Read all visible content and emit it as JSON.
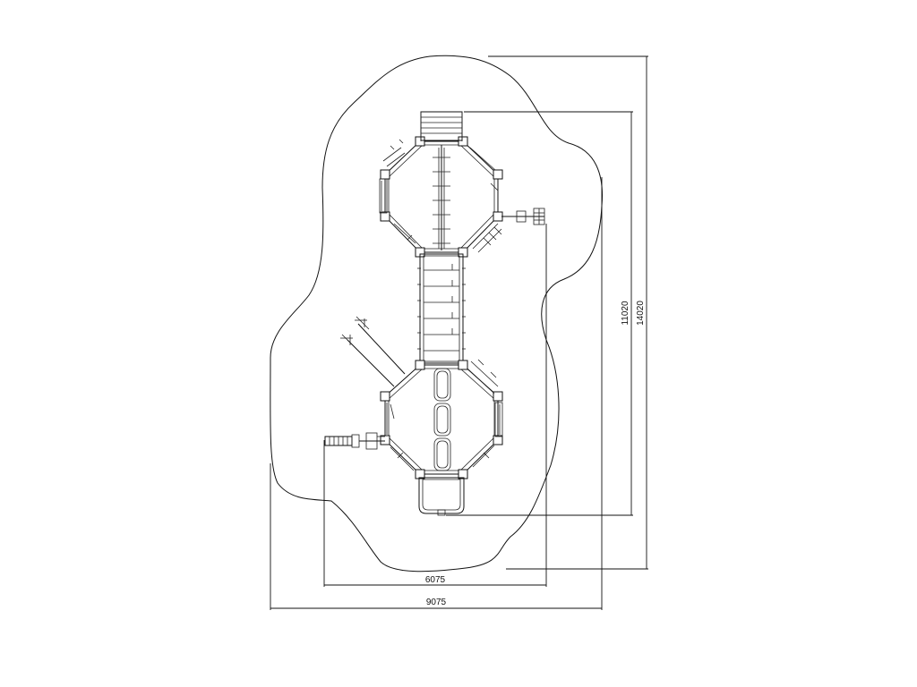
{
  "dimensions": {
    "inner_width": "6075",
    "outer_width": "9075",
    "inner_height": "11020",
    "outer_height": "14020"
  },
  "colors": {
    "line": "#111111",
    "background": "#ffffff"
  }
}
